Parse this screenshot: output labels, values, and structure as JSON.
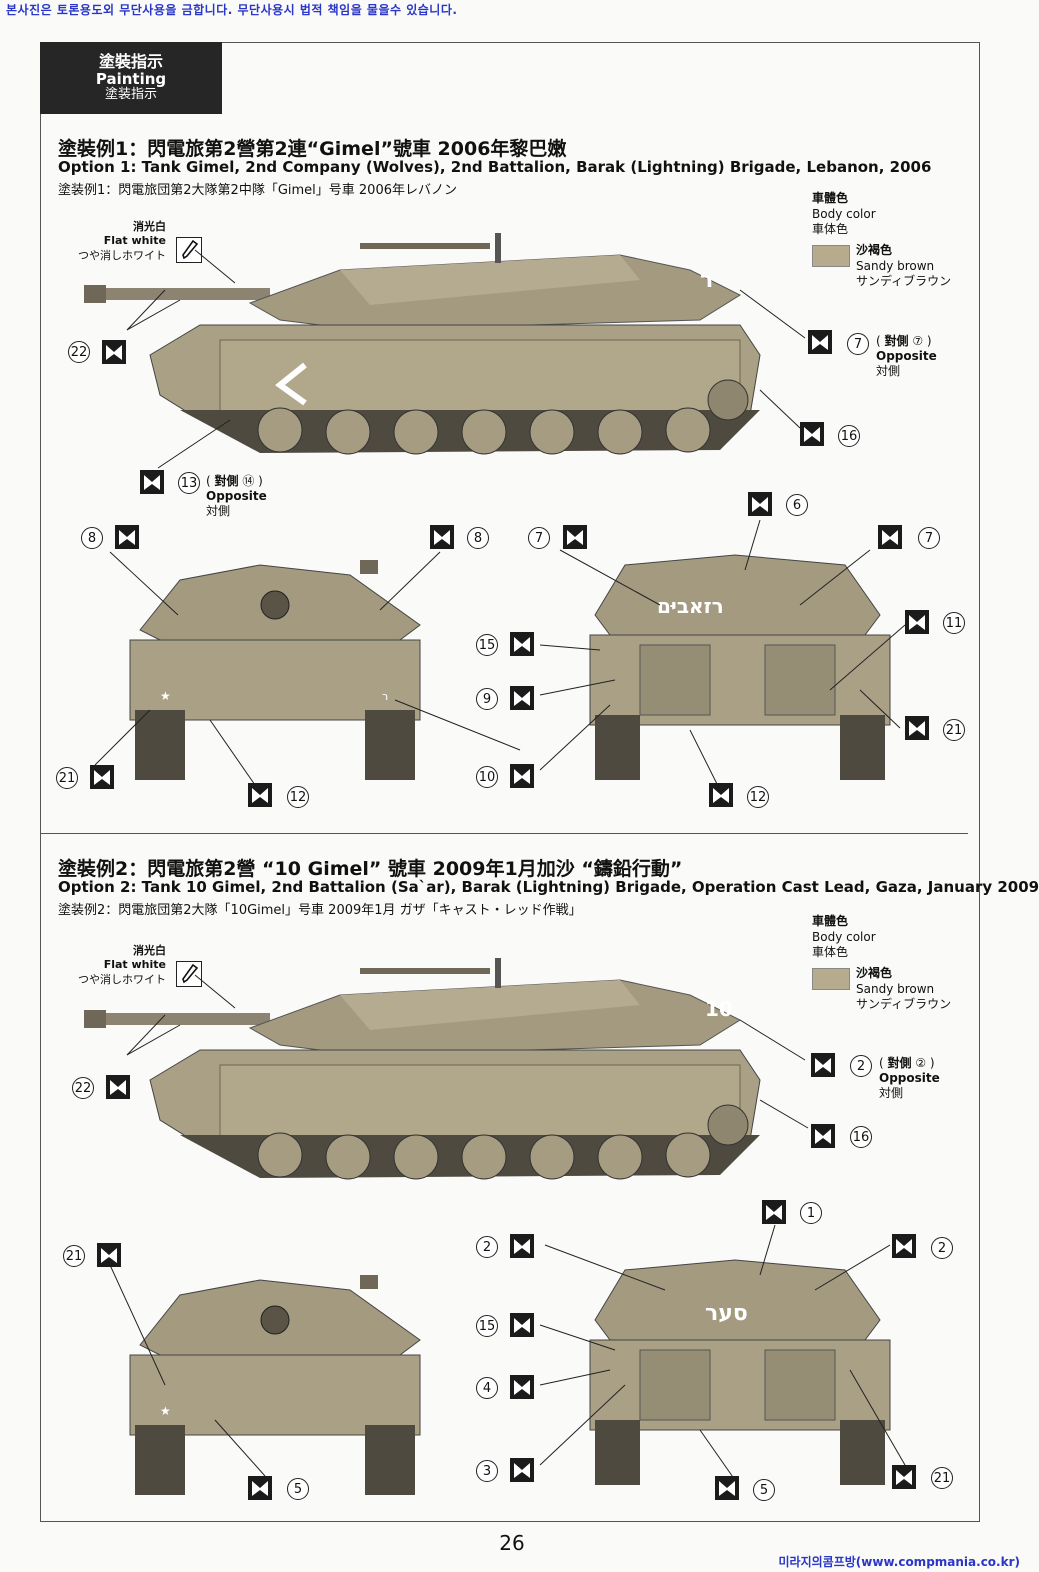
{
  "watermark_top": "본사진은 토론용도외 무단사용을 금합니다. 무단사용시 법적 책임을 물을수 있습니다.",
  "watermark_bottom": "미라지의콤프방(www.compmania.co.kr)",
  "header": {
    "line1": "塗裝指示",
    "line2": "Painting",
    "line3": "塗装指示"
  },
  "option1": {
    "title_cn": "塗裝例1：閃電旅第2營第2連“Gimel”號車  2006年黎巴嫩",
    "title_en": "Option 1: Tank Gimel, 2nd Company (Wolves), 2nd Battalion, Barak (Lightning) Brigade, Lebanon, 2006",
    "title_jp": "塗装例1：閃電旅団第2大隊第2中隊「Gimel」号車  2006年レバノン"
  },
  "option2": {
    "title_cn": "塗裝例2：閃電旅第2營 “10 Gimel” 號車 2009年1月加沙 “鑄鉛行動”",
    "title_en": "Option 2: Tank 10 Gimel, 2nd Battalion (Sa`ar), Barak (Lightning) Brigade, Operation Cast Lead, Gaza, January 2009",
    "title_jp": "塗装例2：閃電旅団第2大隊「10Gimel」号車 2009年1月 ガザ「キャスト・レッド作戦」"
  },
  "legend": {
    "body_cn": "車體色",
    "body_en": "Body color",
    "body_jp": "車体色",
    "sand_cn": "沙褐色",
    "sand_en": "Sandy brown",
    "sand_jp": "サンディブラウン",
    "sand_color": "#b7ab8d"
  },
  "flat_white": {
    "cn": "消光白",
    "en": "Flat white",
    "jp": "つや消しホワイト"
  },
  "opposite": {
    "bracket_cn": "對側",
    "en": "Opposite",
    "jp": "対側"
  },
  "callouts_opt1": [
    "22",
    "7",
    "16",
    "13",
    "14",
    "8",
    "8",
    "7",
    "6",
    "7",
    "15",
    "11",
    "9",
    "21",
    "21",
    "10",
    "12",
    "12"
  ],
  "callouts_opt2": [
    "22",
    "2",
    "16",
    "21",
    "1",
    "2",
    "2",
    "15",
    "4",
    "5",
    "3",
    "5",
    "21"
  ],
  "tank_markings": {
    "opt1_rear": "רזאביּם",
    "opt2_rear": "סער",
    "opt2_turret": "10"
  },
  "page_number": "26"
}
